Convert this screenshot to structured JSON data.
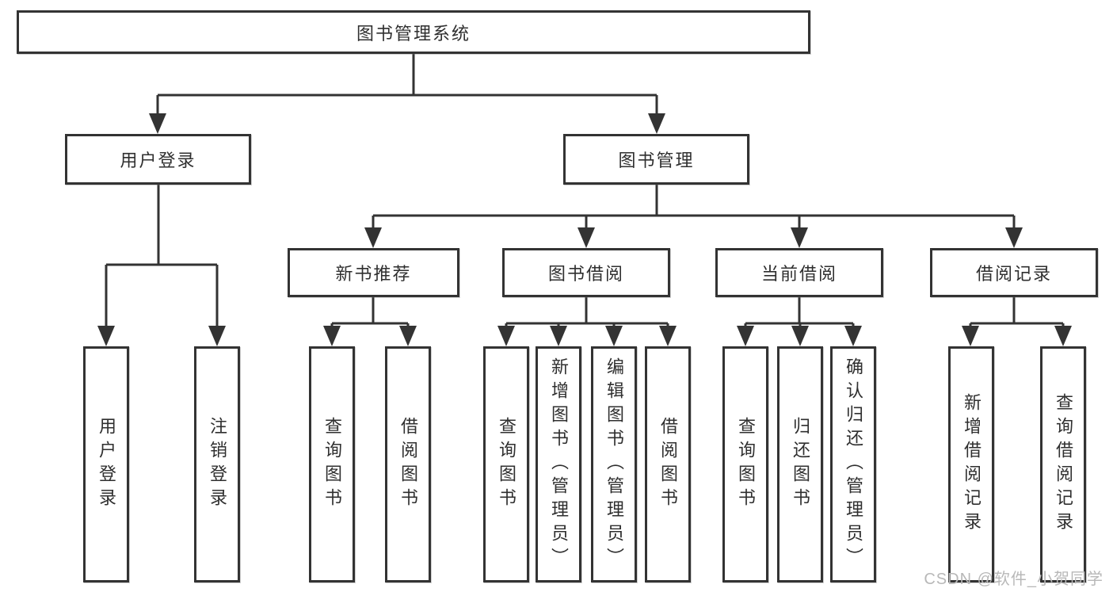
{
  "diagram": {
    "root": "图书管理系统",
    "branches": [
      {
        "label": "用户登录",
        "children": [
          "用户登录",
          "注销登录"
        ]
      },
      {
        "label": "图书管理",
        "groups": [
          {
            "label": "新书推荐",
            "children": [
              "查询图书",
              "借阅图书"
            ]
          },
          {
            "label": "图书借阅",
            "children": [
              "查询图书",
              "新增图书（管理员）",
              "编辑图书（管理员）",
              "借阅图书"
            ]
          },
          {
            "label": "当前借阅",
            "children": [
              "查询图书",
              "归还图书",
              "确认归还（管理员）"
            ]
          },
          {
            "label": "借阅记录",
            "children": [
              "新增借阅记录",
              "查询借阅记录"
            ]
          }
        ]
      }
    ]
  },
  "watermark": "CSDN @软件_小贺同学",
  "colors": {
    "line": "#333333",
    "text": "#2f2f2f",
    "background": "#ffffff",
    "watermark": "#b8b8b8"
  }
}
